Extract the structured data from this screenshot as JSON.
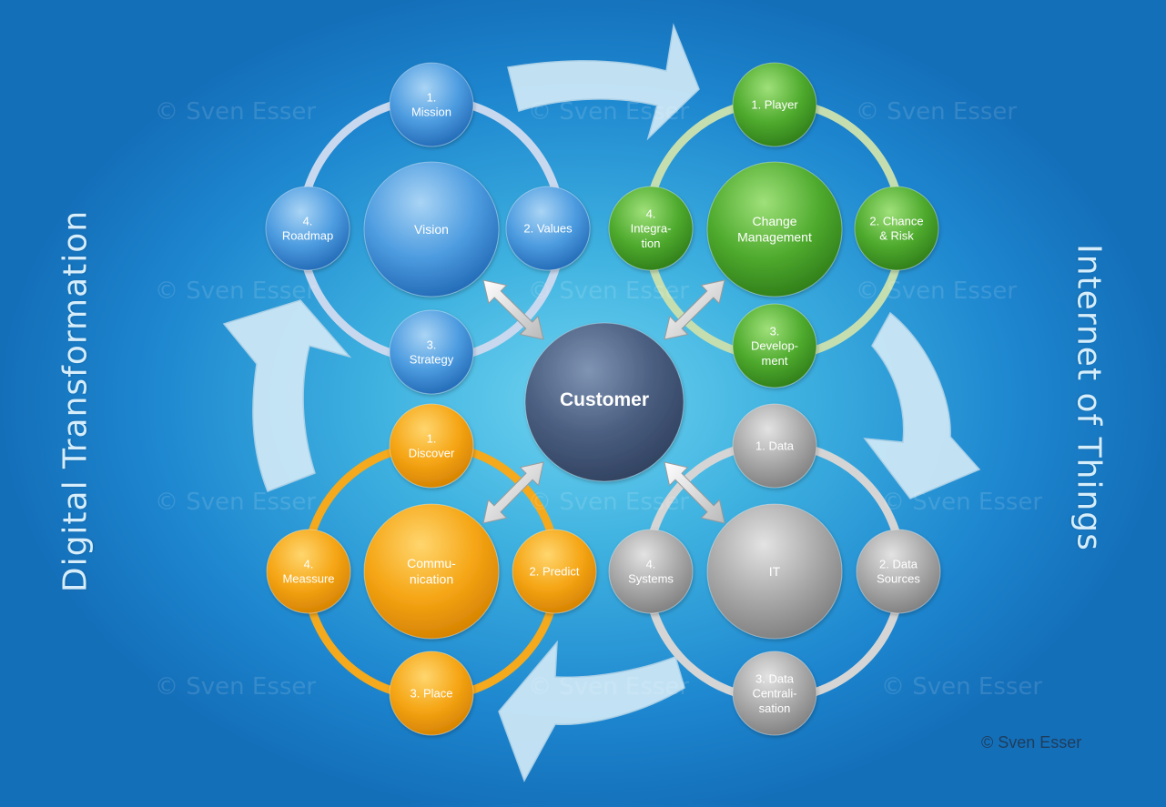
{
  "titles": {
    "left": "Digital Transformation",
    "right": "Internet of Things"
  },
  "watermark": "© Sven Esser",
  "copyright": "© Sven Esser",
  "center": {
    "label": "Customer"
  },
  "clusters": [
    {
      "id": "blue",
      "ring_color": "#c8d8ee",
      "colors": {
        "light": "#a9d4f5",
        "mid": "#4d9ce0",
        "dark": "#1f66b3"
      },
      "main": {
        "lines": [
          "Vision"
        ]
      },
      "satellites": [
        {
          "pos": "top",
          "lines": [
            "1.",
            "Mission"
          ]
        },
        {
          "pos": "right",
          "lines": [
            "2. Values"
          ]
        },
        {
          "pos": "bottom",
          "lines": [
            "3.",
            "Strategy"
          ]
        },
        {
          "pos": "left",
          "lines": [
            "4.",
            "Roadmap"
          ]
        }
      ]
    },
    {
      "id": "green",
      "ring_color": "#c5deb0",
      "colors": {
        "light": "#9fe07a",
        "mid": "#4fab2e",
        "dark": "#2d7a18"
      },
      "main": {
        "lines": [
          "Change",
          "Management"
        ]
      },
      "satellites": [
        {
          "pos": "top",
          "lines": [
            "1. Player"
          ]
        },
        {
          "pos": "right",
          "lines": [
            "2. Chance",
            "& Risk"
          ]
        },
        {
          "pos": "bottom",
          "lines": [
            "3.",
            "Develop-",
            "ment"
          ]
        },
        {
          "pos": "left",
          "lines": [
            "4.",
            "Integra-",
            "tion"
          ]
        }
      ]
    },
    {
      "id": "orange",
      "ring_color": "#f5a91c",
      "colors": {
        "light": "#ffd66e",
        "mid": "#f5a514",
        "dark": "#d27f00"
      },
      "main": {
        "lines": [
          "Commu-",
          "nication"
        ]
      },
      "satellites": [
        {
          "pos": "top",
          "lines": [
            "1.",
            "Discover"
          ]
        },
        {
          "pos": "right",
          "lines": [
            "2. Predict"
          ]
        },
        {
          "pos": "bottom",
          "lines": [
            "3. Place"
          ]
        },
        {
          "pos": "left",
          "lines": [
            "4.",
            "Meassure"
          ]
        }
      ]
    },
    {
      "id": "gray",
      "ring_color": "#d5d5d5",
      "colors": {
        "light": "#e3e3e3",
        "mid": "#a9a9a9",
        "dark": "#7c7c7c"
      },
      "main": {
        "lines": [
          "IT"
        ]
      },
      "satellites": [
        {
          "pos": "top",
          "lines": [
            "1. Data"
          ]
        },
        {
          "pos": "right",
          "lines": [
            "2. Data",
            "Sources"
          ]
        },
        {
          "pos": "bottom",
          "lines": [
            "3. Data",
            "Centrali-",
            "sation"
          ]
        },
        {
          "pos": "left",
          "lines": [
            "4.",
            "Systems"
          ]
        }
      ]
    }
  ]
}
